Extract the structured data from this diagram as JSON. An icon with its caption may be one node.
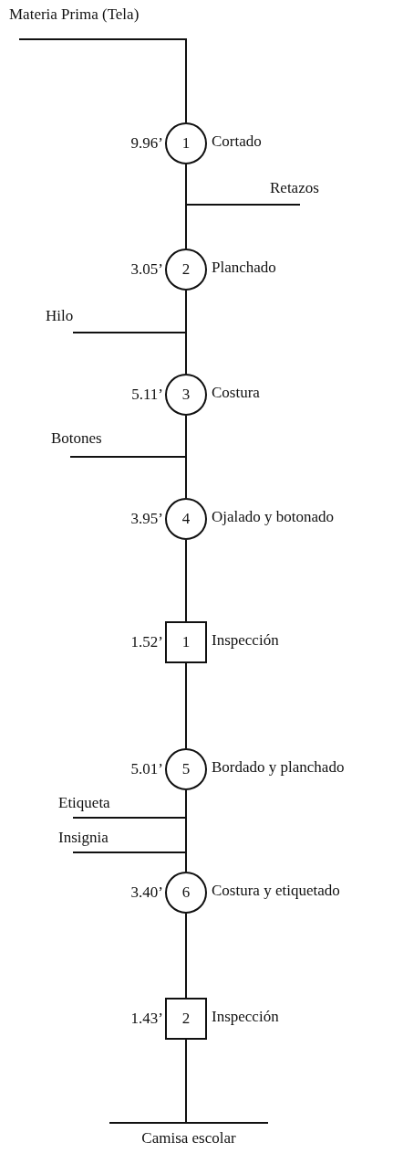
{
  "diagram": {
    "nodes": [
      {
        "text": [
          "Materia Prima (Tela)"
        ]
      },
      {
        "text": [
          "1"
        ],
        "beside": [
          "9.96’",
          "Cortado"
        ]
      },
      {
        "text": [
          "Retazos"
        ]
      },
      {
        "text": [
          "2"
        ],
        "beside": [
          "3.05’",
          "Planchado"
        ]
      },
      {
        "text": [
          "Hilo"
        ]
      },
      {
        "text": [
          "3"
        ],
        "beside": [
          "5.11’",
          "Costura"
        ]
      },
      {
        "text": [
          "Botones"
        ]
      },
      {
        "text": [
          "4"
        ],
        "beside": [
          "3.95’",
          "Ojalado y botonado"
        ]
      },
      {
        "text": [
          "1"
        ],
        "beside": [
          "1.52’",
          "Inspección"
        ]
      },
      {
        "text": [
          "5"
        ],
        "beside": [
          "5.01’",
          "Bordado y planchado"
        ]
      },
      {
        "text": [
          "Etiqueta"
        ]
      },
      {
        "text": [
          "Insignia"
        ]
      },
      {
        "text": [
          "6"
        ],
        "beside": [
          "3.40’",
          "Costura y etiquetado"
        ]
      },
      {
        "text": [
          "2"
        ],
        "beside": [
          "1.43’",
          "Inspección"
        ]
      },
      {
        "text": [
          "Camisa escolar"
        ]
      }
    ],
    "edges": [
      {
        "from": 0,
        "to": 1,
        "arrow": "none"
      },
      {
        "from": 1,
        "to": 2,
        "arrow": "none"
      },
      {
        "from": 1,
        "to": 3,
        "arrow": "none"
      },
      {
        "from": 4,
        "to": 5,
        "arrow": "none"
      },
      {
        "from": 3,
        "to": 5,
        "arrow": "none"
      },
      {
        "from": 6,
        "to": 7,
        "arrow": "none"
      },
      {
        "from": 5,
        "to": 7,
        "arrow": "none"
      },
      {
        "from": 7,
        "to": 8,
        "arrow": "none"
      },
      {
        "from": 8,
        "to": 9,
        "arrow": "none"
      },
      {
        "from": 10,
        "to": 12,
        "arrow": "none"
      },
      {
        "from": 11,
        "to": 12,
        "arrow": "none"
      },
      {
        "from": 9,
        "to": 12,
        "arrow": "none"
      },
      {
        "from": 12,
        "to": 13,
        "arrow": "none"
      },
      {
        "from": 13,
        "to": 14,
        "arrow": "none"
      }
    ]
  }
}
